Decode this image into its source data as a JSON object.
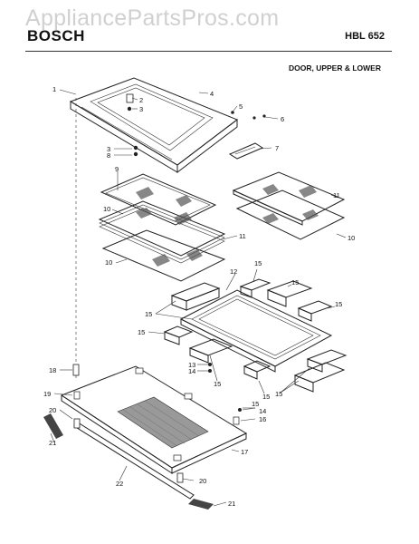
{
  "watermark": "AppliancePartsPros.com",
  "header": {
    "brand": "BOSCH",
    "model": "HBL 652",
    "section": "DOOR, UPPER & LOWER"
  },
  "callouts": {
    "c1": "1",
    "c2": "2",
    "c3a": "3",
    "c3b": "3",
    "c4": "4",
    "c5": "5",
    "c6": "6",
    "c7": "7",
    "c8": "8",
    "c9": "9",
    "c10a": "10",
    "c10b": "10",
    "c10c": "10",
    "c11a": "11",
    "c11b": "11",
    "c12": "12",
    "c13": "13",
    "c14a": "14",
    "c14b": "14",
    "c15a": "15",
    "c15b": "15",
    "c15c": "15",
    "c15d": "15",
    "c15e": "15",
    "c15f": "15",
    "c15g": "15",
    "c15h": "15",
    "c16": "16",
    "c17": "17",
    "c18": "18",
    "c19": "19",
    "c20a": "20",
    "c20b": "20",
    "c21a": "21",
    "c21b": "21",
    "c22": "22"
  }
}
